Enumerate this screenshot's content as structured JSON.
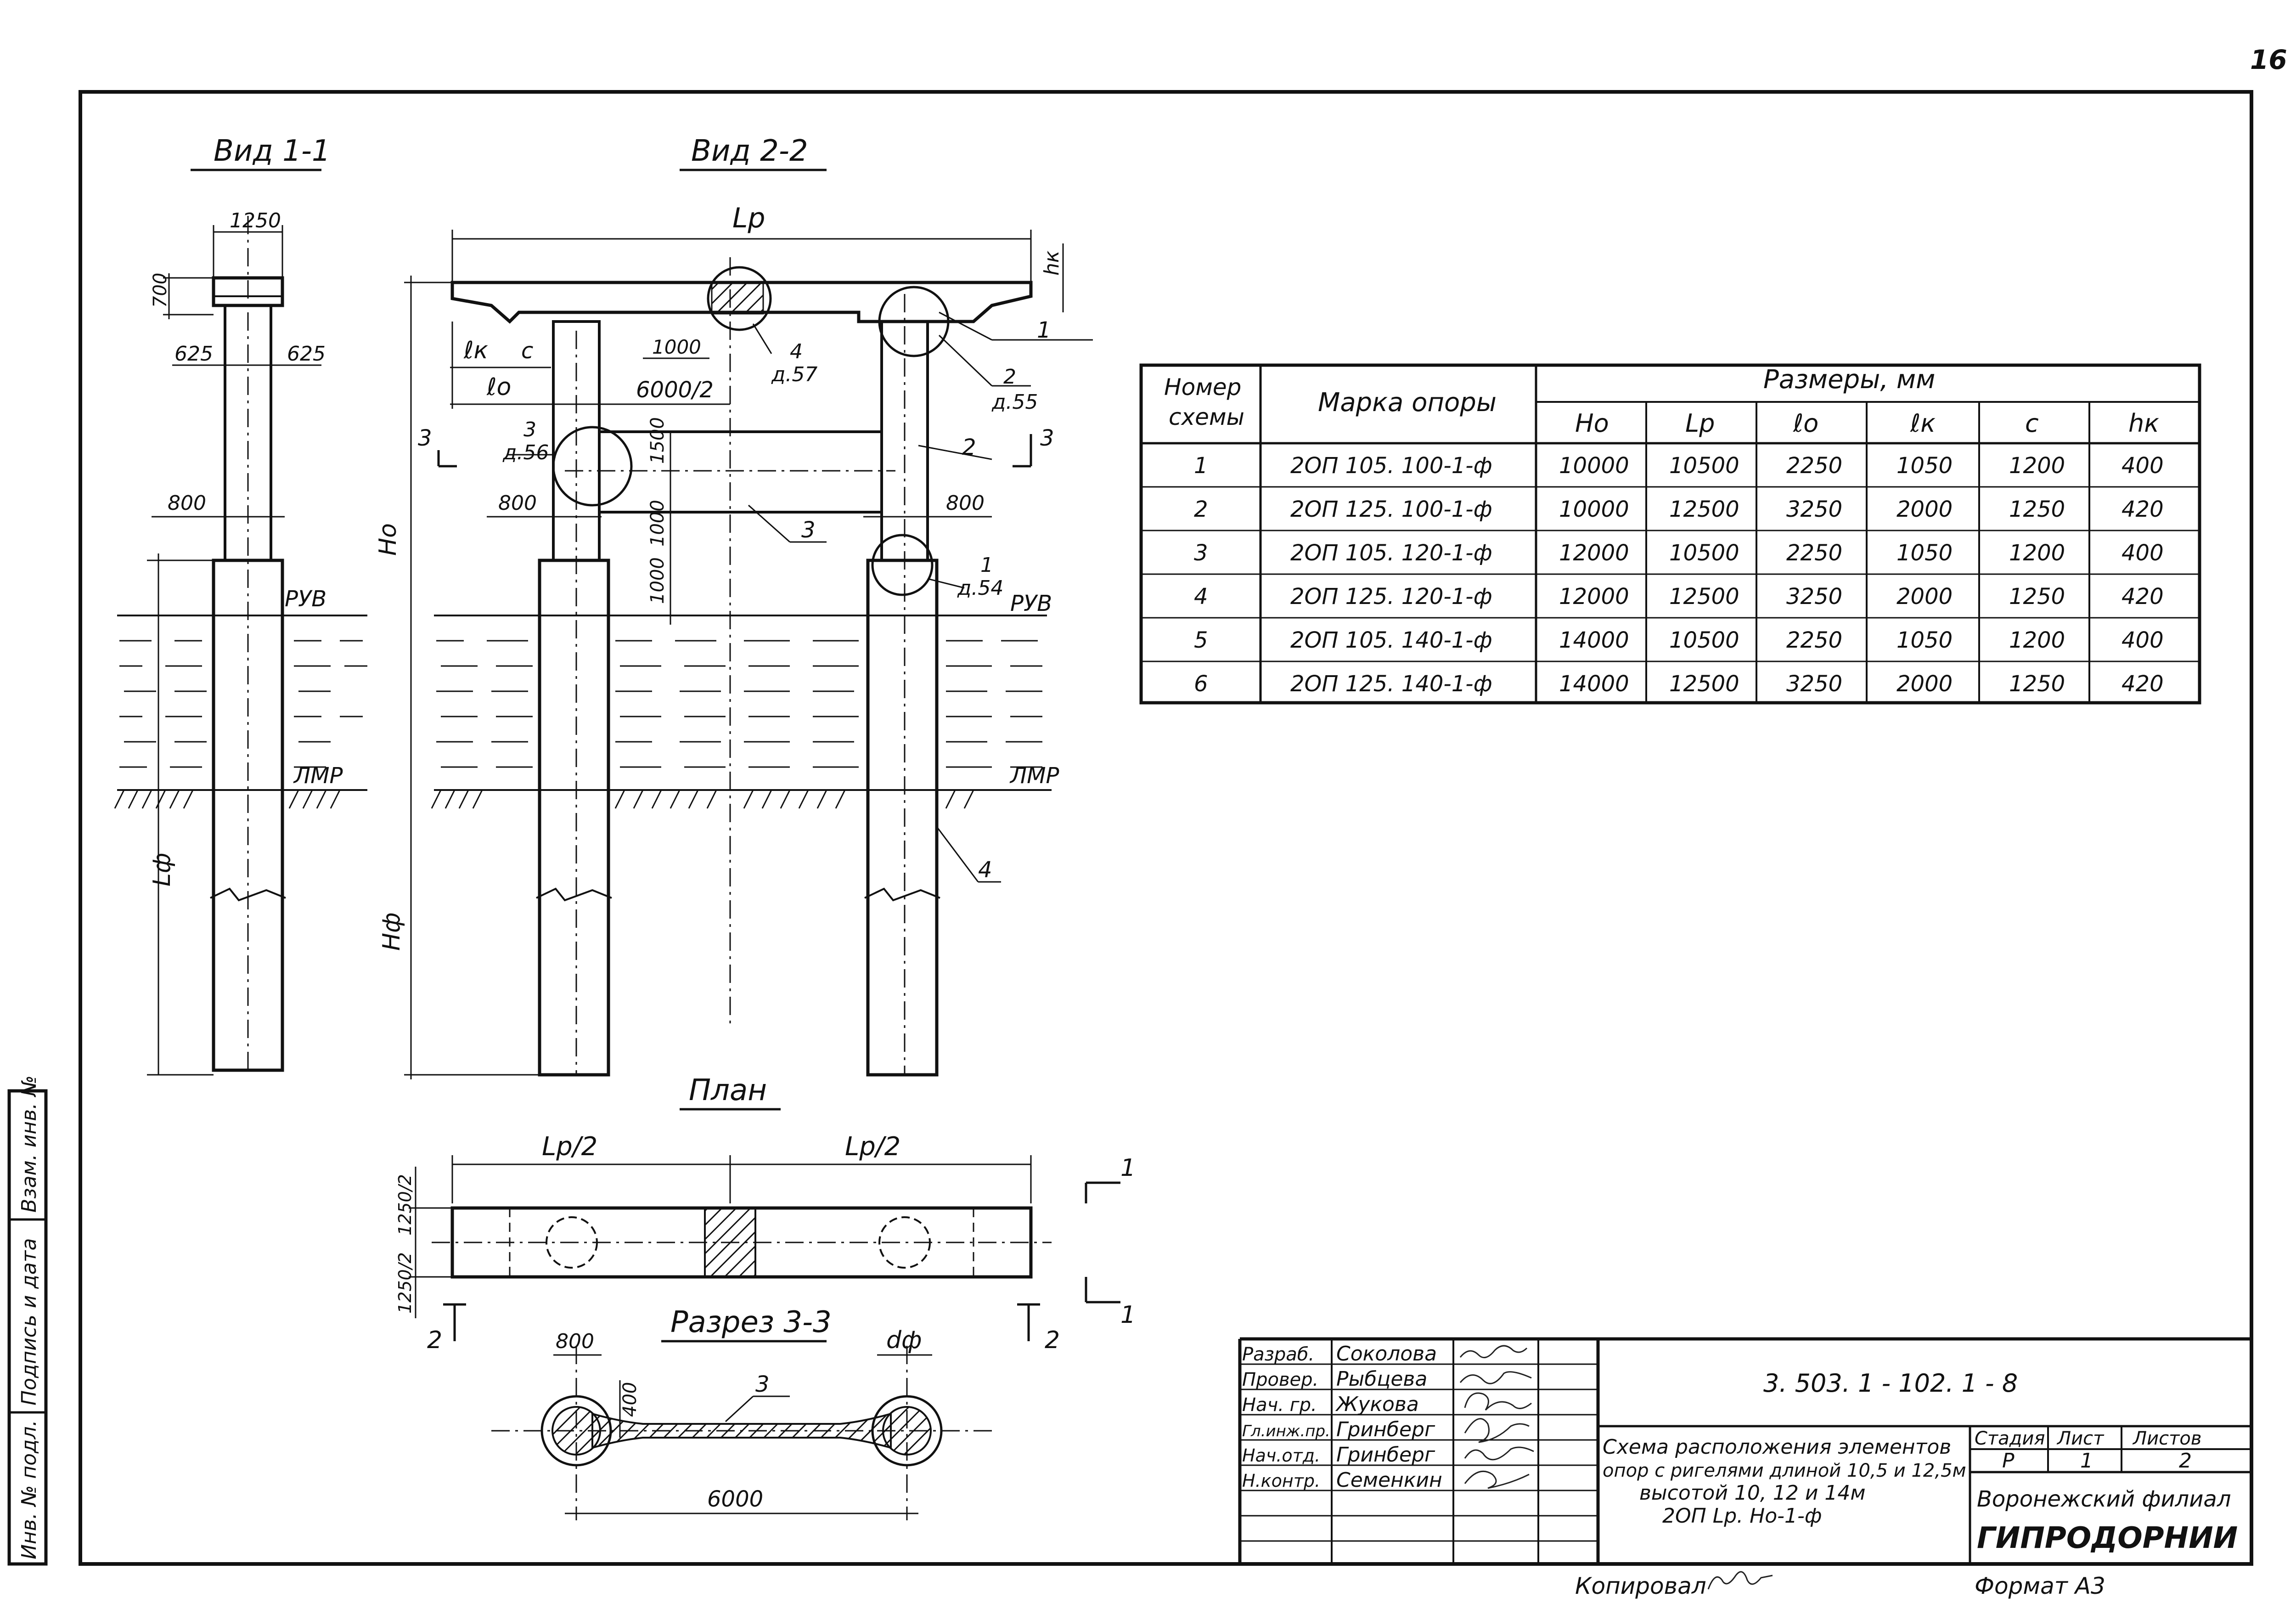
{
  "page_number": "16",
  "views": {
    "view11": "Вид 1-1",
    "view22": "Вид 2-2",
    "plan": "План",
    "section33": "Разрез 3-3"
  },
  "view11": {
    "dim_top": "1250",
    "dim_height": "700",
    "dim_left": "625",
    "dim_right": "625",
    "dim_col": "800",
    "ruv": "РУВ",
    "lmr": "ЛМР",
    "lf": "Lф"
  },
  "view22": {
    "lp": "Lр",
    "hk": "hк",
    "lk": "ℓк",
    "c": "с",
    "lo": "ℓо",
    "d1000": "1000",
    "d6000": "6000/2",
    "d1500": "1500",
    "d1000b": "1000",
    "d1000c": "1000",
    "d800l": "800",
    "d800r": "800",
    "ho": "Hо",
    "hf": "Hф",
    "ruv": "РУВ",
    "lmr": "ЛМР",
    "c1_num": "1",
    "c2_num": "2",
    "c2b_num": "2",
    "c3_num": "3",
    "c4_num": "4",
    "c1b_num": "1",
    "c2_ref": "д.55",
    "c4_ref": "д.57",
    "c3_ref": "д.56",
    "c1b_ref": "д.54",
    "c3n": "3",
    "sec3": "3",
    "sec3b": "3"
  },
  "plan": {
    "lp2a": "Lр/2",
    "lp2b": "Lр/2",
    "d1250a": "1250/2",
    "d1250b": "1250/2",
    "s1a": "1",
    "s1b": "1",
    "s2a": "2",
    "s2b": "2"
  },
  "section": {
    "d800": "800",
    "df": "dф",
    "d400": "400",
    "d6000": "6000",
    "n3": "3"
  },
  "table": {
    "headers": {
      "num": "Номер схемы",
      "mark": "Марка опоры",
      "sizes": "Размеры, мм",
      "cols": [
        "Hо",
        "Lр",
        "ℓо",
        "ℓк",
        "с",
        "hк"
      ]
    },
    "rows": [
      [
        "1",
        "2ОП 105. 100-1-ф",
        "10000",
        "10500",
        "2250",
        "1050",
        "1200",
        "400"
      ],
      [
        "2",
        "2ОП 125. 100-1-ф",
        "10000",
        "12500",
        "3250",
        "2000",
        "1250",
        "420"
      ],
      [
        "3",
        "2ОП 105. 120-1-ф",
        "12000",
        "10500",
        "2250",
        "1050",
        "1200",
        "400"
      ],
      [
        "4",
        "2ОП 125. 120-1-ф",
        "12000",
        "12500",
        "3250",
        "2000",
        "1250",
        "420"
      ],
      [
        "5",
        "2ОП 105. 140-1-ф",
        "14000",
        "10500",
        "2250",
        "1050",
        "1200",
        "400"
      ],
      [
        "6",
        "2ОП 125. 140-1-ф",
        "14000",
        "12500",
        "3250",
        "2000",
        "1250",
        "420"
      ]
    ]
  },
  "stamp": {
    "roles": [
      "Разраб.",
      "Провер.",
      "Нач. гр.",
      "Гл.инж.пр.",
      "Нач.отд.",
      "Н.контр."
    ],
    "names": [
      "Соколова",
      "Рыбцева",
      "Жукова",
      "Гринберг",
      "Гринберг",
      "Семенкин"
    ],
    "doc_code": "3. 503. 1 - 102. 1 - 8",
    "title_lines": [
      "Схема расположения элементов",
      "опор с ригелями длиной 10,5 и 12,5м",
      "высотой 10, 12 и 14м",
      "2ОП Lр. Hо-1-ф"
    ],
    "stage_label": "Стадия",
    "sheet_label": "Лист",
    "sheets_label": "Листов",
    "stage": "Р",
    "sheet": "1",
    "sheets": "2",
    "org1": "Воронежский филиал",
    "org2": "ГИПРОДОРНИИ"
  },
  "footer": {
    "copied": "Копировал",
    "format": "Формат А3"
  },
  "side_stamp": [
    "Инв. № подл.",
    "Подпись и дата",
    "Взам. инв. №"
  ]
}
